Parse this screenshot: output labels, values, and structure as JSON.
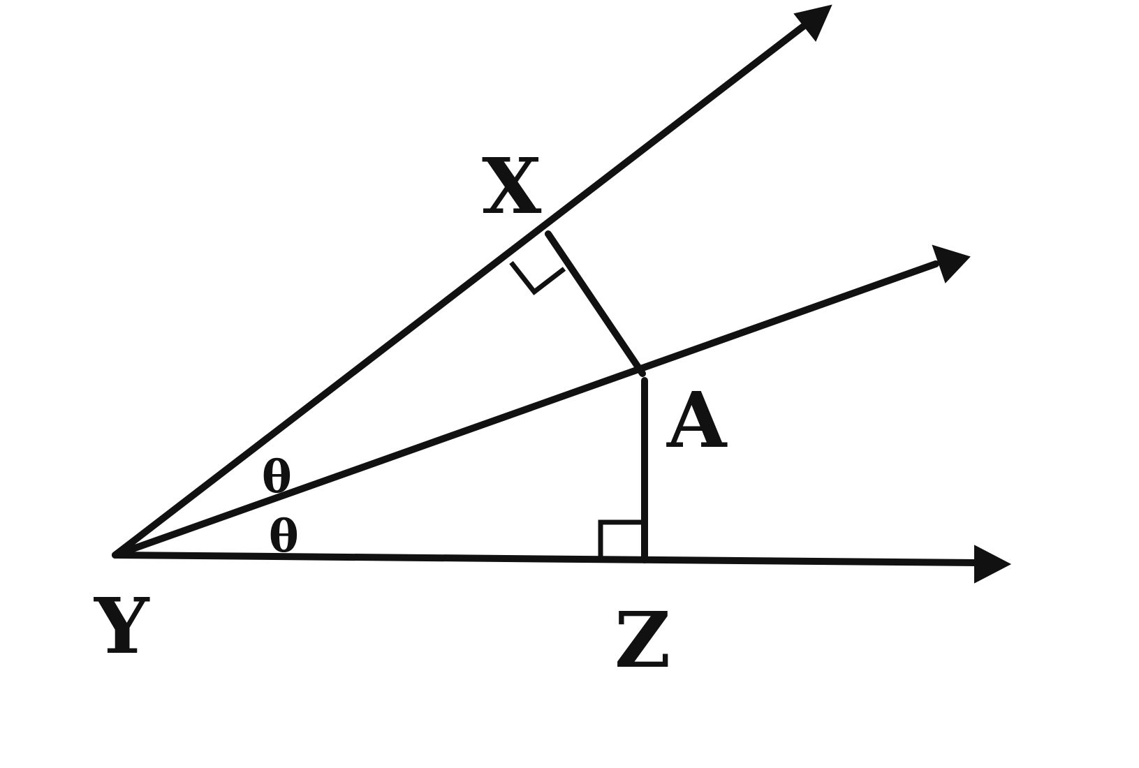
{
  "diagram": {
    "points": {
      "X": "X",
      "Y": "Y",
      "Z": "Z",
      "A": "A"
    },
    "angle_marks": {
      "upper": "θ",
      "lower": "θ"
    },
    "colors": {
      "ink": "#111111",
      "background": "#ffffff"
    }
  }
}
